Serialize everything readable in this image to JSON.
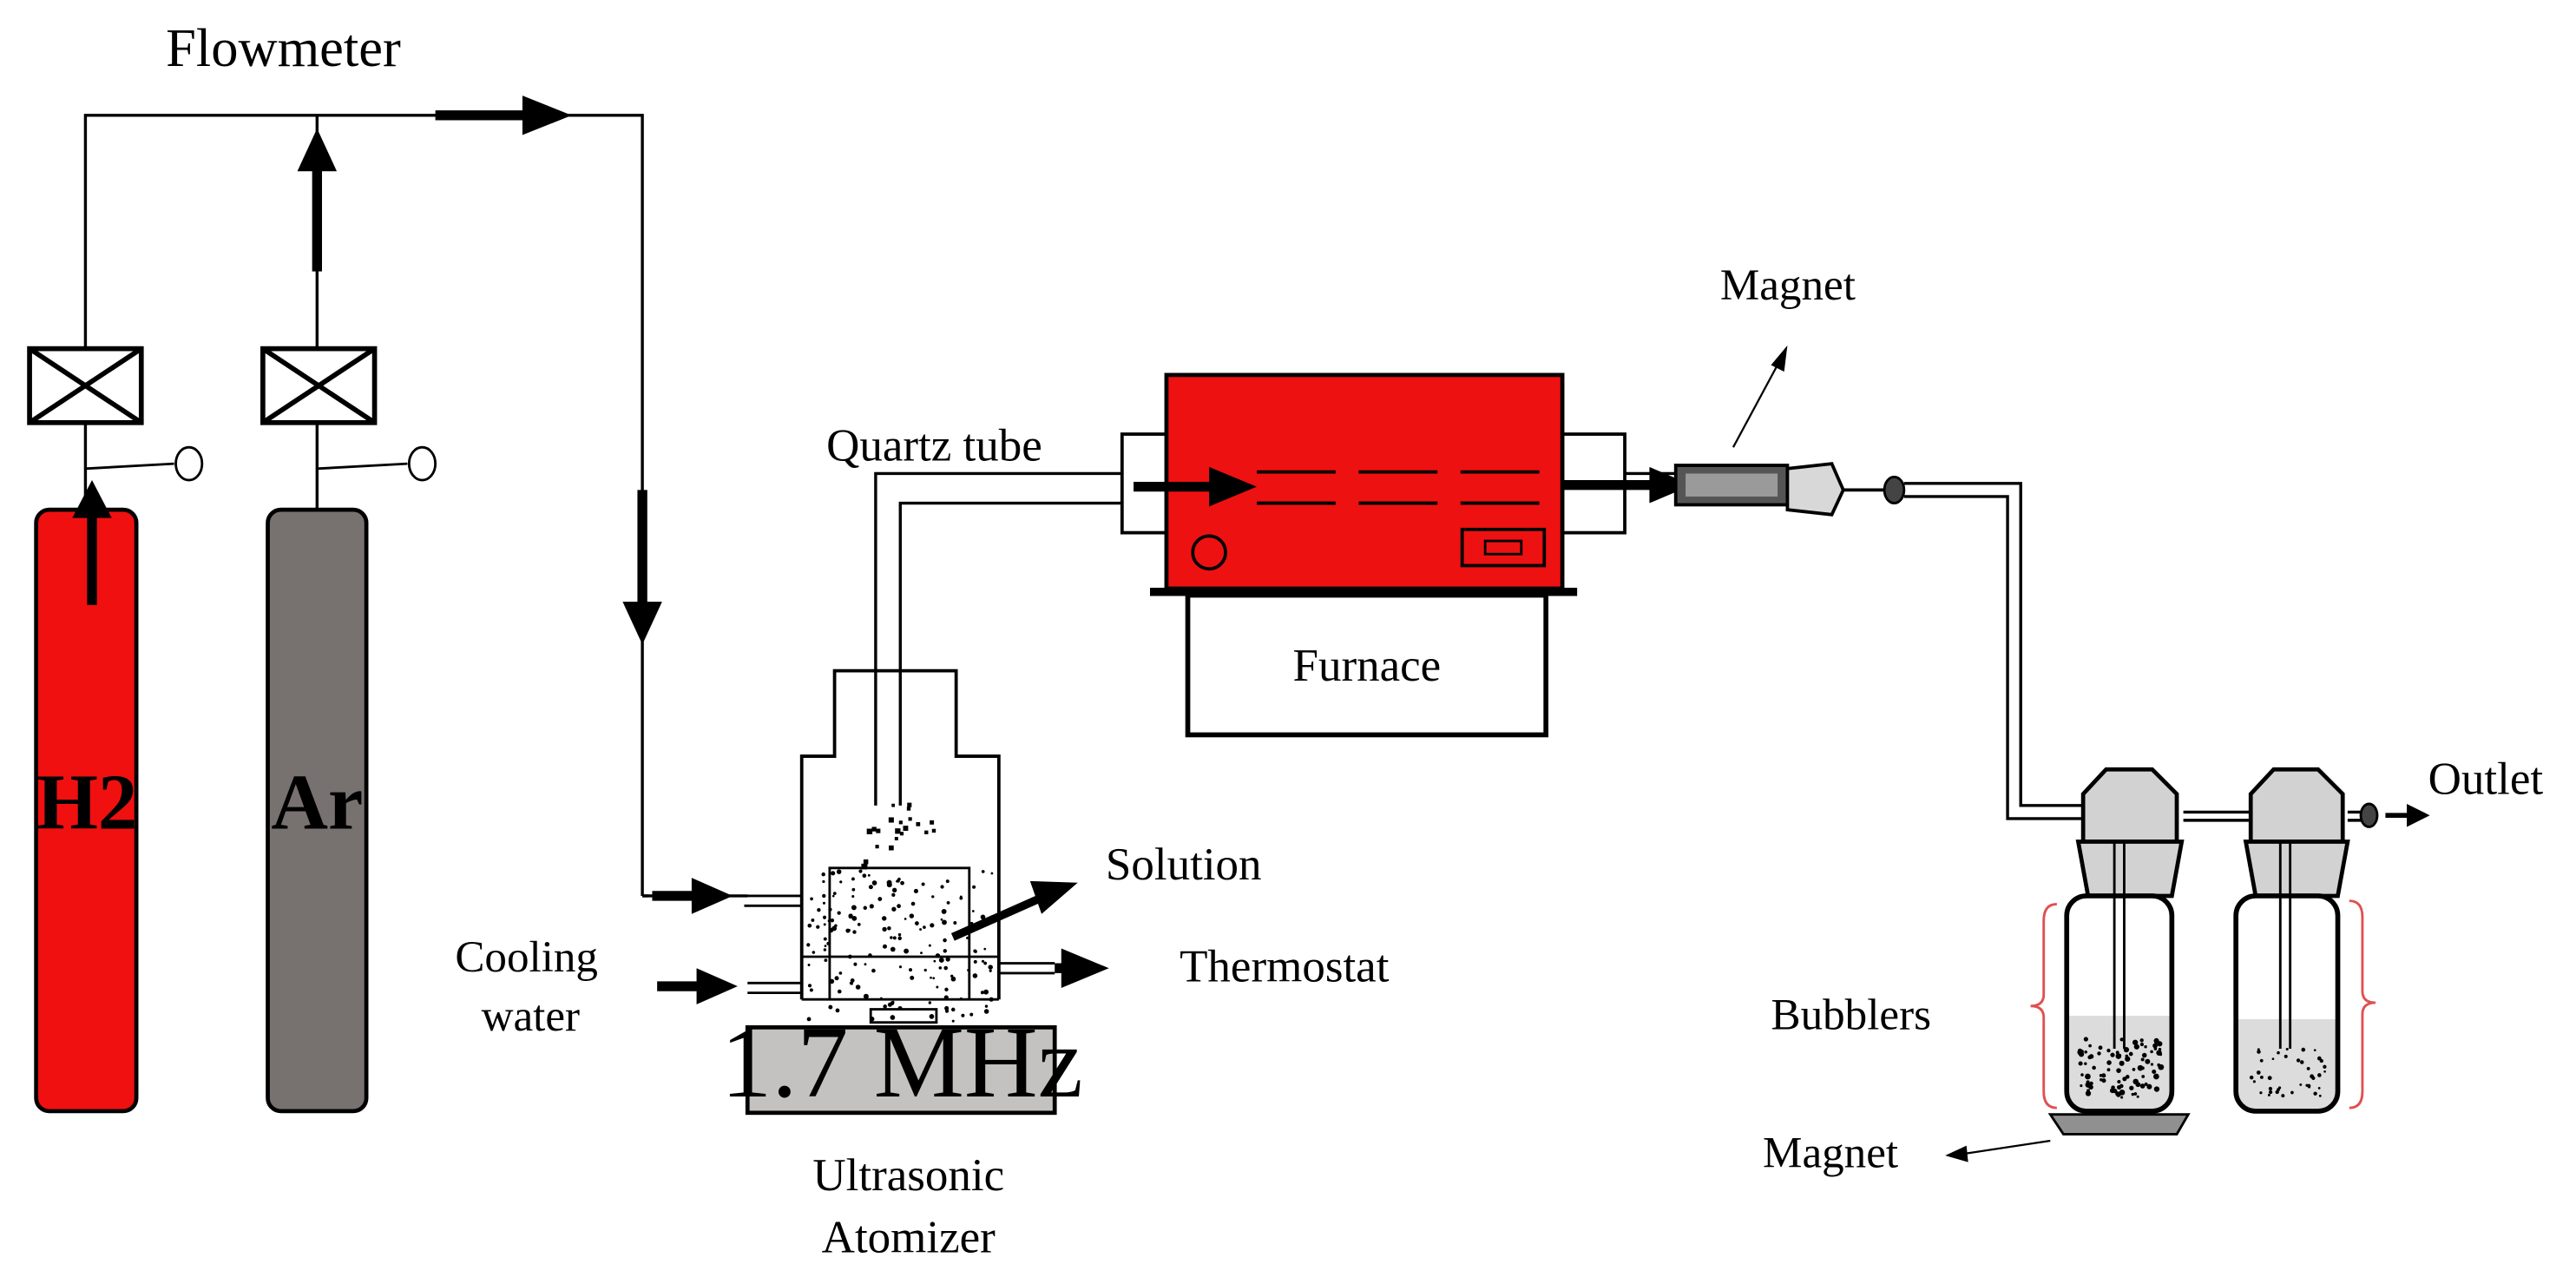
{
  "labels": {
    "flowmeter": "Flowmeter",
    "h2": "H2",
    "ar": "Ar",
    "quartz_tube": "Quartz tube",
    "magnet_top": "Magnet",
    "furnace": "Furnace",
    "solution": "Solution",
    "thermostat": "Thermostat",
    "cooling_water_line1": "Cooling",
    "cooling_water_line2": "water",
    "frequency": "1.7 MHz",
    "ultrasonic_line1": "Ultrasonic",
    "ultrasonic_line2": "Atomizer",
    "outlet": "Outlet",
    "bubblers": "Bubblers",
    "magnet_bottom": "Magnet"
  },
  "colors": {
    "h2_cylinder": "#f01010",
    "ar_cylinder": "#777270",
    "furnace_body": "#ee1111",
    "atomizer_base": "#c4c2c0",
    "bubbler_cap": "#d2d2d2",
    "bracket": "#e05050",
    "magnet_plate": "#909090"
  }
}
